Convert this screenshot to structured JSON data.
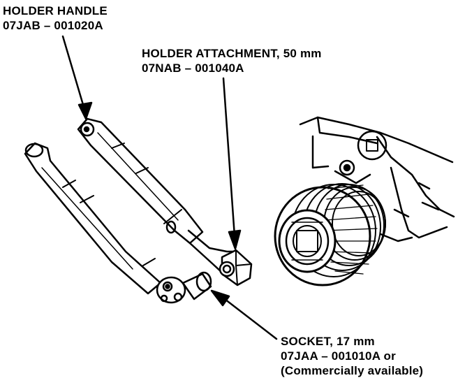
{
  "labels": {
    "holder_handle": {
      "name": "HOLDER HANDLE",
      "part_number": "07JAB – 001020A"
    },
    "holder_attachment": {
      "name": "HOLDER ATTACHMENT, 50 mm",
      "part_number": "07NAB – 001040A"
    },
    "socket": {
      "name": "SOCKET, 17 mm",
      "part_number": "07JAA – 001010A or",
      "note": "(Commercially available)"
    }
  },
  "colors": {
    "ink": "#000000",
    "paper": "#ffffff"
  }
}
